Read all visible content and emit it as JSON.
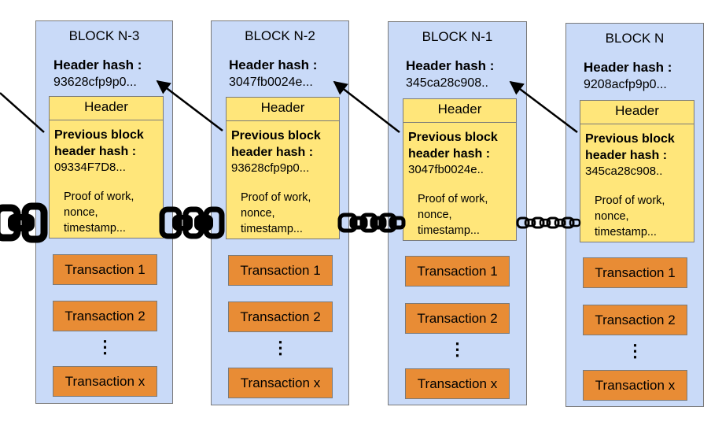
{
  "blocks": [
    {
      "title": "BLOCK N-3",
      "header_hash_label": "Header hash :",
      "header_hash_value": "93628cfp9p0...",
      "header_title": "Header",
      "prev_label_line1": "Previous block",
      "prev_label_line2": "header hash :",
      "prev_value": "09334F7D8...",
      "pow_lines": [
        "Proof of work,",
        "nonce,",
        "timestamp..."
      ],
      "transactions": [
        "Transaction 1",
        "Transaction 2",
        "Transaction x"
      ],
      "ellipsis": "⋮"
    },
    {
      "title": "BLOCK N-2",
      "header_hash_label": "Header hash :",
      "header_hash_value": "3047fb0024e...",
      "header_title": "Header",
      "prev_label_line1": "Previous block",
      "prev_label_line2": "header hash :",
      "prev_value": "93628cfp9p0...",
      "pow_lines": [
        "Proof of work,",
        "nonce,",
        "timestamp..."
      ],
      "transactions": [
        "Transaction 1",
        "Transaction 2",
        "Transaction x"
      ],
      "ellipsis": "⋮"
    },
    {
      "title": "BLOCK N-1",
      "header_hash_label": "Header hash :",
      "header_hash_value": "345ca28c908..",
      "header_title": "Header",
      "prev_label_line1": "Previous block",
      "prev_label_line2": "header hash :",
      "prev_value": "3047fb0024e..",
      "pow_lines": [
        "Proof of work,",
        "nonce,",
        "timestamp..."
      ],
      "transactions": [
        "Transaction 1",
        "Transaction 2",
        "Transaction x"
      ],
      "ellipsis": "⋮"
    },
    {
      "title": "BLOCK N",
      "header_hash_label": "Header hash :",
      "header_hash_value": "9208acfp9p0...",
      "header_title": "Header",
      "prev_label_line1": "Previous block",
      "prev_label_line2": "header hash :",
      "prev_value": "345ca28c908..",
      "pow_lines": [
        "Proof of work,",
        "nonce,",
        "timestamp..."
      ],
      "transactions": [
        "Transaction 1",
        "Transaction 2",
        "Transaction x"
      ],
      "ellipsis": "⋮"
    }
  ],
  "colors": {
    "block_fill": "#c9daf8",
    "header_fill": "#ffe67a",
    "transaction_fill": "#e88c35",
    "border": "#7a7a7a",
    "chain": "#000000"
  },
  "icons": {
    "arrow": "arrow-icon",
    "chain_link": "chain-link-icon"
  }
}
